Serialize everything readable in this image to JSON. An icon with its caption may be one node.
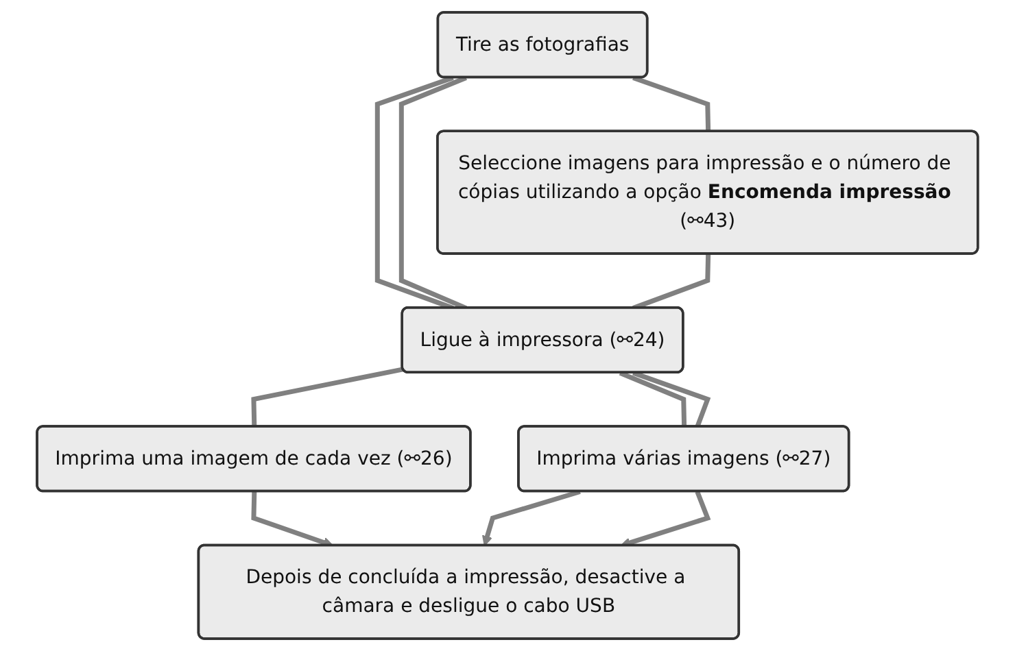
{
  "diagram": {
    "nodes": [
      {
        "text": [
          "Tire as fotografias"
        ]
      },
      {
        "text": [
          "Seleccione imagens para impressão e o número de cópias utilizando a opção **Encomenda impressão** (⚯43)"
        ]
      },
      {
        "text": [
          "Ligue à impressora (⚯24)"
        ]
      },
      {
        "text": [
          "Imprima uma imagem de cada vez (⚯26)"
        ]
      },
      {
        "text": [
          "Imprima várias imagens (⚯27)"
        ]
      },
      {
        "text": [
          "Depois de concluída a impressão, desactive a câmara e desligue o cabo USB"
        ]
      }
    ],
    "edges": [
      {
        "from": 0,
        "to": 2,
        "arrow": "none"
      },
      {
        "from": 0,
        "to": 2,
        "arrow": "none"
      },
      {
        "from": 0,
        "to": 1,
        "arrow": "none"
      },
      {
        "from": 1,
        "to": 2,
        "arrow": "none"
      },
      {
        "from": 2,
        "to": 3,
        "arrow": "none"
      },
      {
        "from": 2,
        "to": 4,
        "arrow": "none"
      },
      {
        "from": 2,
        "to": 4,
        "arrow": "none"
      },
      {
        "from": 3,
        "to": 5,
        "arrow": "to"
      },
      {
        "from": 4,
        "to": 5,
        "arrow": "to"
      },
      {
        "from": 4,
        "to": 5,
        "arrow": "to"
      }
    ]
  }
}
